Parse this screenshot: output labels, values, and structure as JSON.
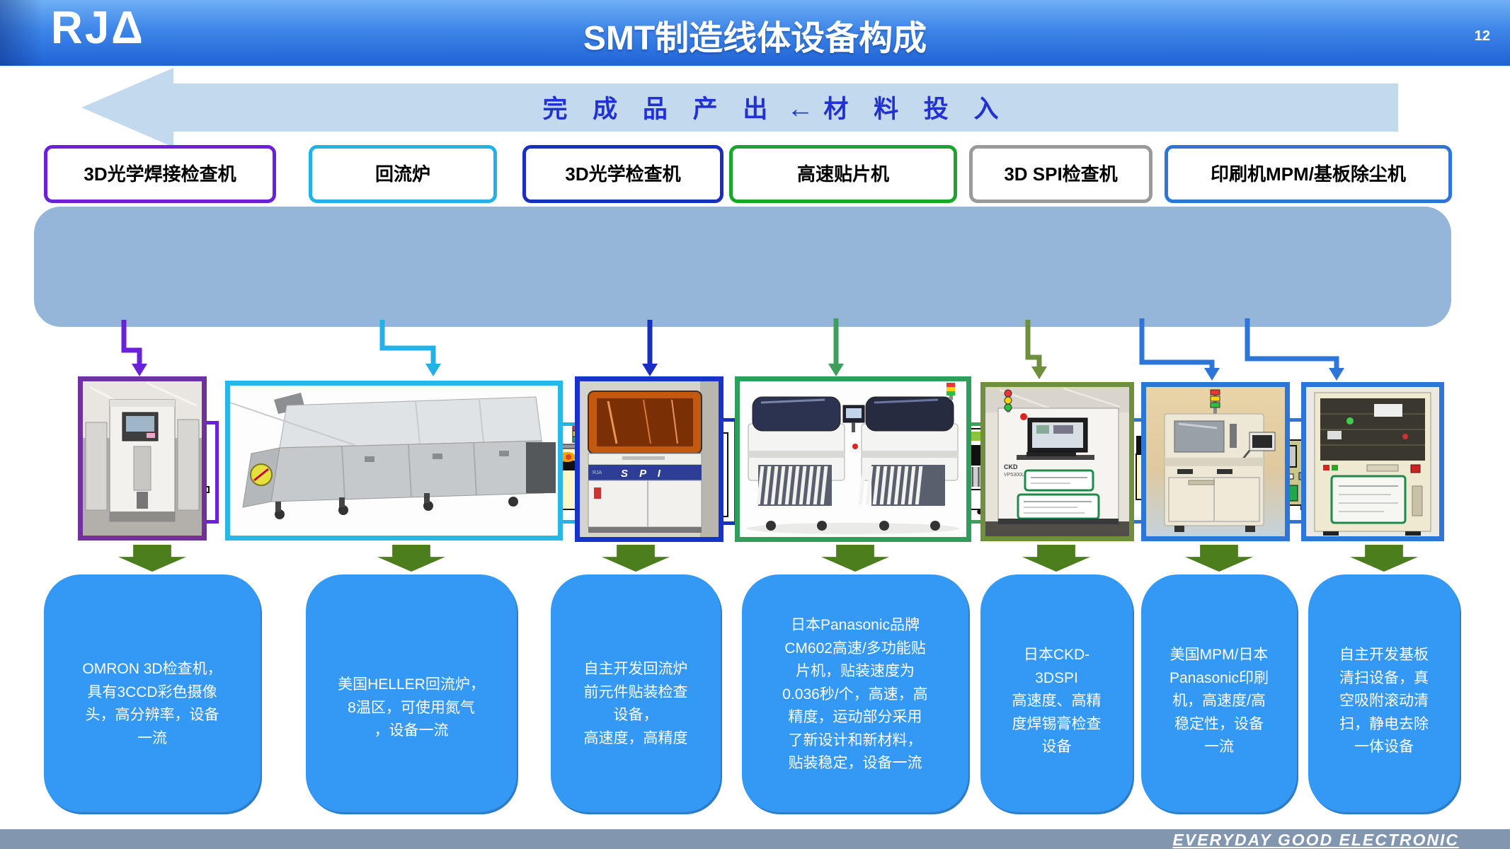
{
  "header": {
    "logo_text": "RJΔ",
    "title": "SMT制造线体设备构成",
    "page_number": "12"
  },
  "flow_banner": {
    "finished_text": "完 成 品 产 出",
    "arrow": "←",
    "input_text": "材 料 投 入"
  },
  "equipment_labels": [
    {
      "label": "3D光学焊接检查机",
      "color": "#6B21D8"
    },
    {
      "label": "回流炉",
      "color": "#22B2E8"
    },
    {
      "label": "3D光学检查机",
      "color": "#1A2FC0"
    },
    {
      "label": "高速贴片机",
      "color": "#18A62B"
    },
    {
      "label": "3D SPI检查机",
      "color": "#9A9A9A"
    },
    {
      "label": "印刷机MPM/基板除尘机",
      "color": "#2E75D8"
    }
  ],
  "photos": [
    {
      "name": "OMRON 3D检查机照片",
      "border_color": "#7030A0"
    },
    {
      "name": "HELLER回流炉照片",
      "border_color": "#27B7E8"
    },
    {
      "name": "回流炉前检查设备照片",
      "border_color": "#1733CC",
      "badge": "S P I"
    },
    {
      "name": "Panasonic CM602贴片机照片",
      "border_color": "#2E9E5B"
    },
    {
      "name": "CKD 3D SPI照片",
      "border_color": "#6E8F3B",
      "badge_line1": "CKD",
      "badge_line2": "VP5300L-V"
    },
    {
      "name": "MPM/Panasonic印刷机照片",
      "border_color": "#2E75D8"
    },
    {
      "name": "基板清扫设备照片",
      "border_color": "#2E75D8"
    }
  ],
  "descriptions": [
    "OMRON 3D检查机，\n具有3CCD彩色摄像\n头，高分辨率，设备\n一流",
    "美国HELLER回流炉，\n8温区，可使用氮气\n，设备一流",
    "自主开发回流炉\n前元件贴装检查\n设备，\n高速度，高精度",
    "日本Panasonic品牌\nCM602高速/多功能贴\n片机，贴装速度为\n0.036秒/个，高速，高\n精度，运动部分采用\n了新设计和新材料，\n贴装稳定，设备一流",
    "日本CKD-\n3DSPI\n高速度、高精\n度焊锡膏检查\n设备",
    "美国MPM/日本\nPanasonic印刷\n机，高速度/高\n稳定性，设备\n一流",
    "自主开发基板\n清扫设备，真\n空吸附滚动清\n扫，静电去除\n一体设备"
  ],
  "footer": {
    "slogan": "EVERYDAY GOOD ELECTRONIC"
  },
  "colors": {
    "header_gradient_top": "#6FB0F5",
    "header_gradient_bottom": "#2063D6",
    "banner_fill": "#C3D9ED",
    "banner_text": "#2231D2",
    "band_fill": "#95B6D9",
    "description_fill": "#3498F5",
    "block_arrow_green": "#4C7E1E",
    "footer_fill": "#8396AF"
  }
}
